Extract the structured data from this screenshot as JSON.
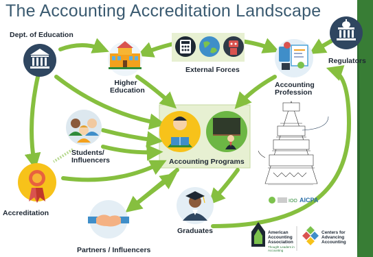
{
  "title": "The Accounting Accreditation Landscape",
  "nodes": {
    "dept_education": "Dept. of Education",
    "higher_education": [
      "Higher",
      "Education"
    ],
    "external_forces": "External Forces",
    "regulators": "Regulators",
    "accounting_profession": [
      "Accounting",
      "Profession"
    ],
    "students_influencers": [
      "Students/",
      "Influencers"
    ],
    "accounting_programs": "Accounting Programs",
    "accreditation": "Accreditation",
    "partners_influencers": "Partners / Influencers",
    "graduates": "Graduates"
  },
  "logos": {
    "aaa": [
      "American",
      "Accounting",
      "Association"
    ],
    "aaa_tagline": [
      "Thought Leaders in",
      "Accounting"
    ],
    "center": [
      "Centers for",
      "Advancing",
      "Accounting"
    ],
    "aicpa": "AICPA",
    "ioo": "IOO"
  },
  "colors": {
    "title": "#3a5a70",
    "arrow": "#86bf3f",
    "navy": "#2f4660",
    "program_bg": "#e7f0d2",
    "yellow": "#f7c21a",
    "green_circle": "#6cb644",
    "background": "#ffffff",
    "frame": "#2d6a2f"
  },
  "icons": [
    "building-columns-icon",
    "school-building-icon",
    "calculator-icon",
    "globe-icon",
    "robot-icon",
    "accounting-tools-icon",
    "students-group-icon",
    "graduate-student-icon",
    "student-reading-icon",
    "teacher-chalkboard-icon",
    "award-ribbon-icon",
    "handshake-icon",
    "sketch-pyramid-icon"
  ]
}
